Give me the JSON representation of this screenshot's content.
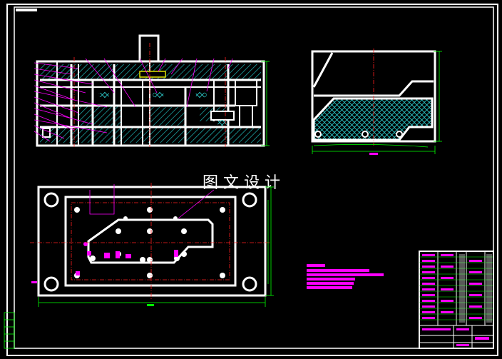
{
  "drawing": {
    "title_chinese": "图文设计",
    "colors": {
      "background": "#000000",
      "outline": "#ffffff",
      "centerline": "#ff2020",
      "dimension": "#00ff00",
      "annotation": "#ff00ff",
      "hatch_steel": "#00c8c8",
      "hatch_insert": "#20d0d0",
      "title_block": "#00ff00"
    },
    "views": [
      "front-section-view",
      "side-view",
      "plan-view",
      "title-block",
      "technical-notes"
    ]
  }
}
